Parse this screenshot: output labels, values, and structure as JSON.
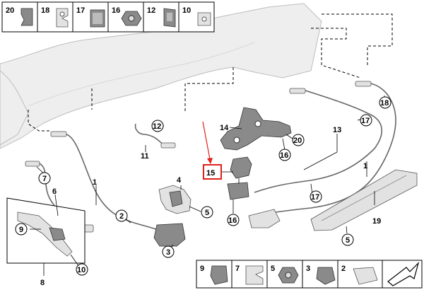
{
  "top_strip": {
    "items": [
      {
        "num": "20",
        "icon": "spring-clip-icon"
      },
      {
        "num": "18",
        "icon": "cable-clip-icon"
      },
      {
        "num": "17",
        "icon": "cable-holder-icon"
      },
      {
        "num": "16",
        "icon": "nut-icon"
      },
      {
        "num": "12",
        "icon": "clip-icon"
      },
      {
        "num": "10",
        "icon": "square-nut-icon"
      }
    ]
  },
  "bottom_strip": {
    "items": [
      {
        "num": "9",
        "icon": "cable-clip-icon"
      },
      {
        "num": "7",
        "icon": "cable-holder-icon"
      },
      {
        "num": "5",
        "icon": "nut-icon"
      },
      {
        "num": "3",
        "icon": "clip-icon"
      },
      {
        "num": "2",
        "icon": "plug-holder-icon"
      },
      {
        "num": "",
        "icon": "arrow-icon"
      }
    ]
  },
  "callouts": {
    "c1": "1",
    "c2": "2",
    "c3": "3",
    "c4": "4",
    "c5": "5",
    "c6": "6",
    "c7": "7",
    "c8": "8",
    "c9": "9",
    "c10": "10",
    "c11": "11",
    "c12": "12",
    "c13": "13",
    "c14": "14",
    "c15": "15",
    "c16a": "16",
    "c16b": "16",
    "c17a": "17",
    "c17b": "17",
    "c18": "18",
    "c19": "19",
    "c20": "20",
    "c1b": "1",
    "c5b": "5"
  },
  "highlight": {
    "part": "15",
    "color": "#e0201b"
  },
  "colors": {
    "lines": "#000000",
    "parts": "#e2e2e2",
    "highlight": "#e0201b"
  }
}
